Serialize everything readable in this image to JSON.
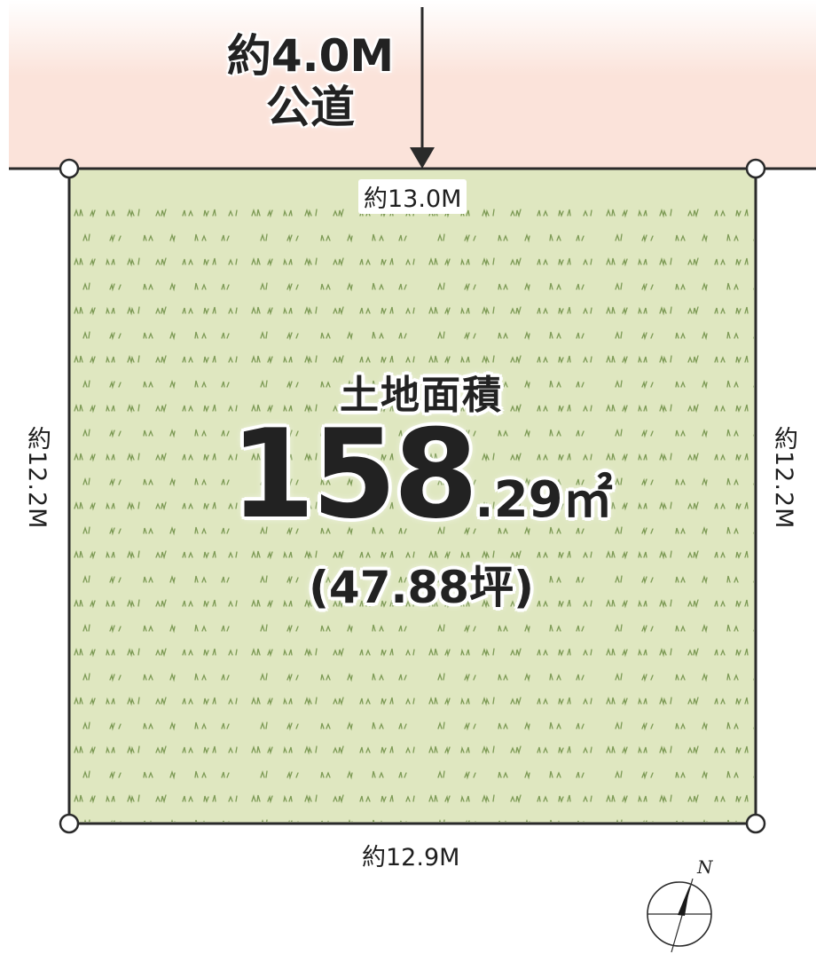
{
  "road": {
    "width_label": "約4.0M",
    "type_label": "公道",
    "fill_color": "#fbe3da"
  },
  "lot": {
    "fill_color": "#dfe7c0",
    "grass_color": "#7d9a55",
    "outline_color": "#2a2a2a",
    "frontage_label": "約13.0M",
    "rear_label": "約12.9M",
    "left_depth_label": "約12.2M",
    "right_depth_label": "約12.2M"
  },
  "area": {
    "label": "土地面積",
    "integer_part": "158",
    "decimal_part": ".29",
    "unit": "㎡",
    "tsubo_label": "(47.88坪)"
  },
  "compass": {
    "north_label": "N"
  }
}
